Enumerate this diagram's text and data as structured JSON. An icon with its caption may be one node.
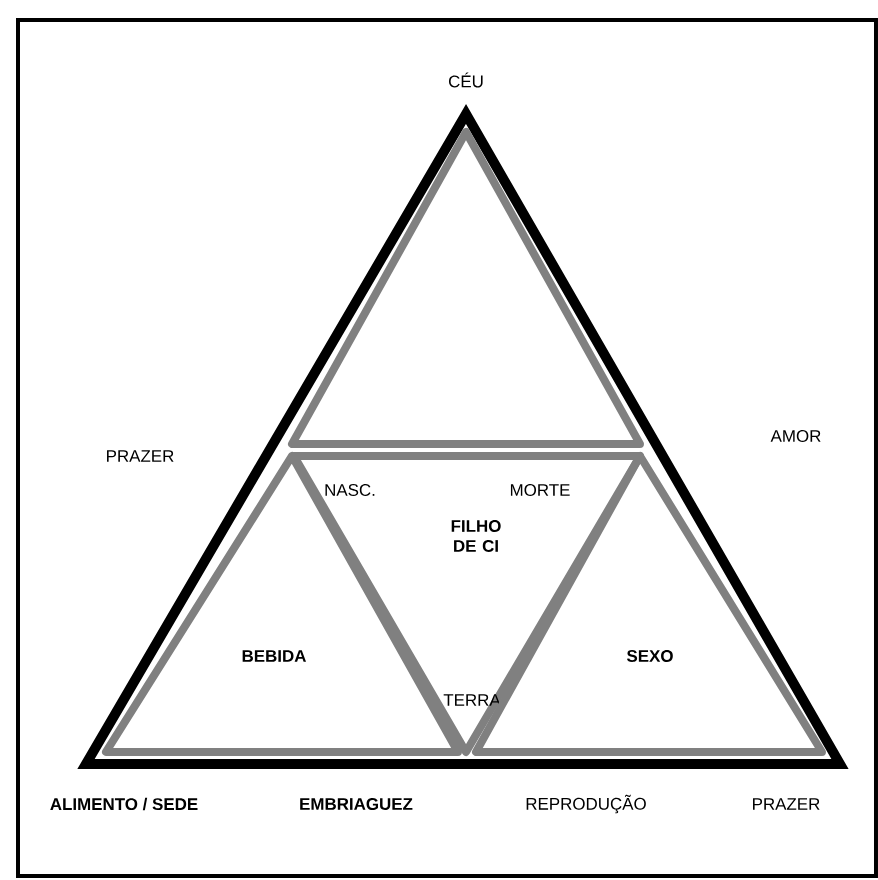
{
  "diagram": {
    "nodes": [
      {
        "text": [],
        "shape": "triangle"
      },
      {
        "text": [],
        "shape": "triangle",
        "in": 0
      },
      {
        "text": [
          "BEBIDA"
        ],
        "in": 0
      },
      {
        "text": [
          "NASC.",
          "MORTE",
          "FILHO DE CI",
          "TERRA"
        ],
        "in": 0
      },
      {
        "text": [
          "SEXO"
        ],
        "in": 0
      }
    ],
    "labels": [
      "CÉU",
      "PRAZER",
      "AMOR",
      "ALIMENTO / SEDE",
      "EMBRIAGUEZ",
      "REPRODUÇÃO",
      "PRAZER"
    ]
  }
}
